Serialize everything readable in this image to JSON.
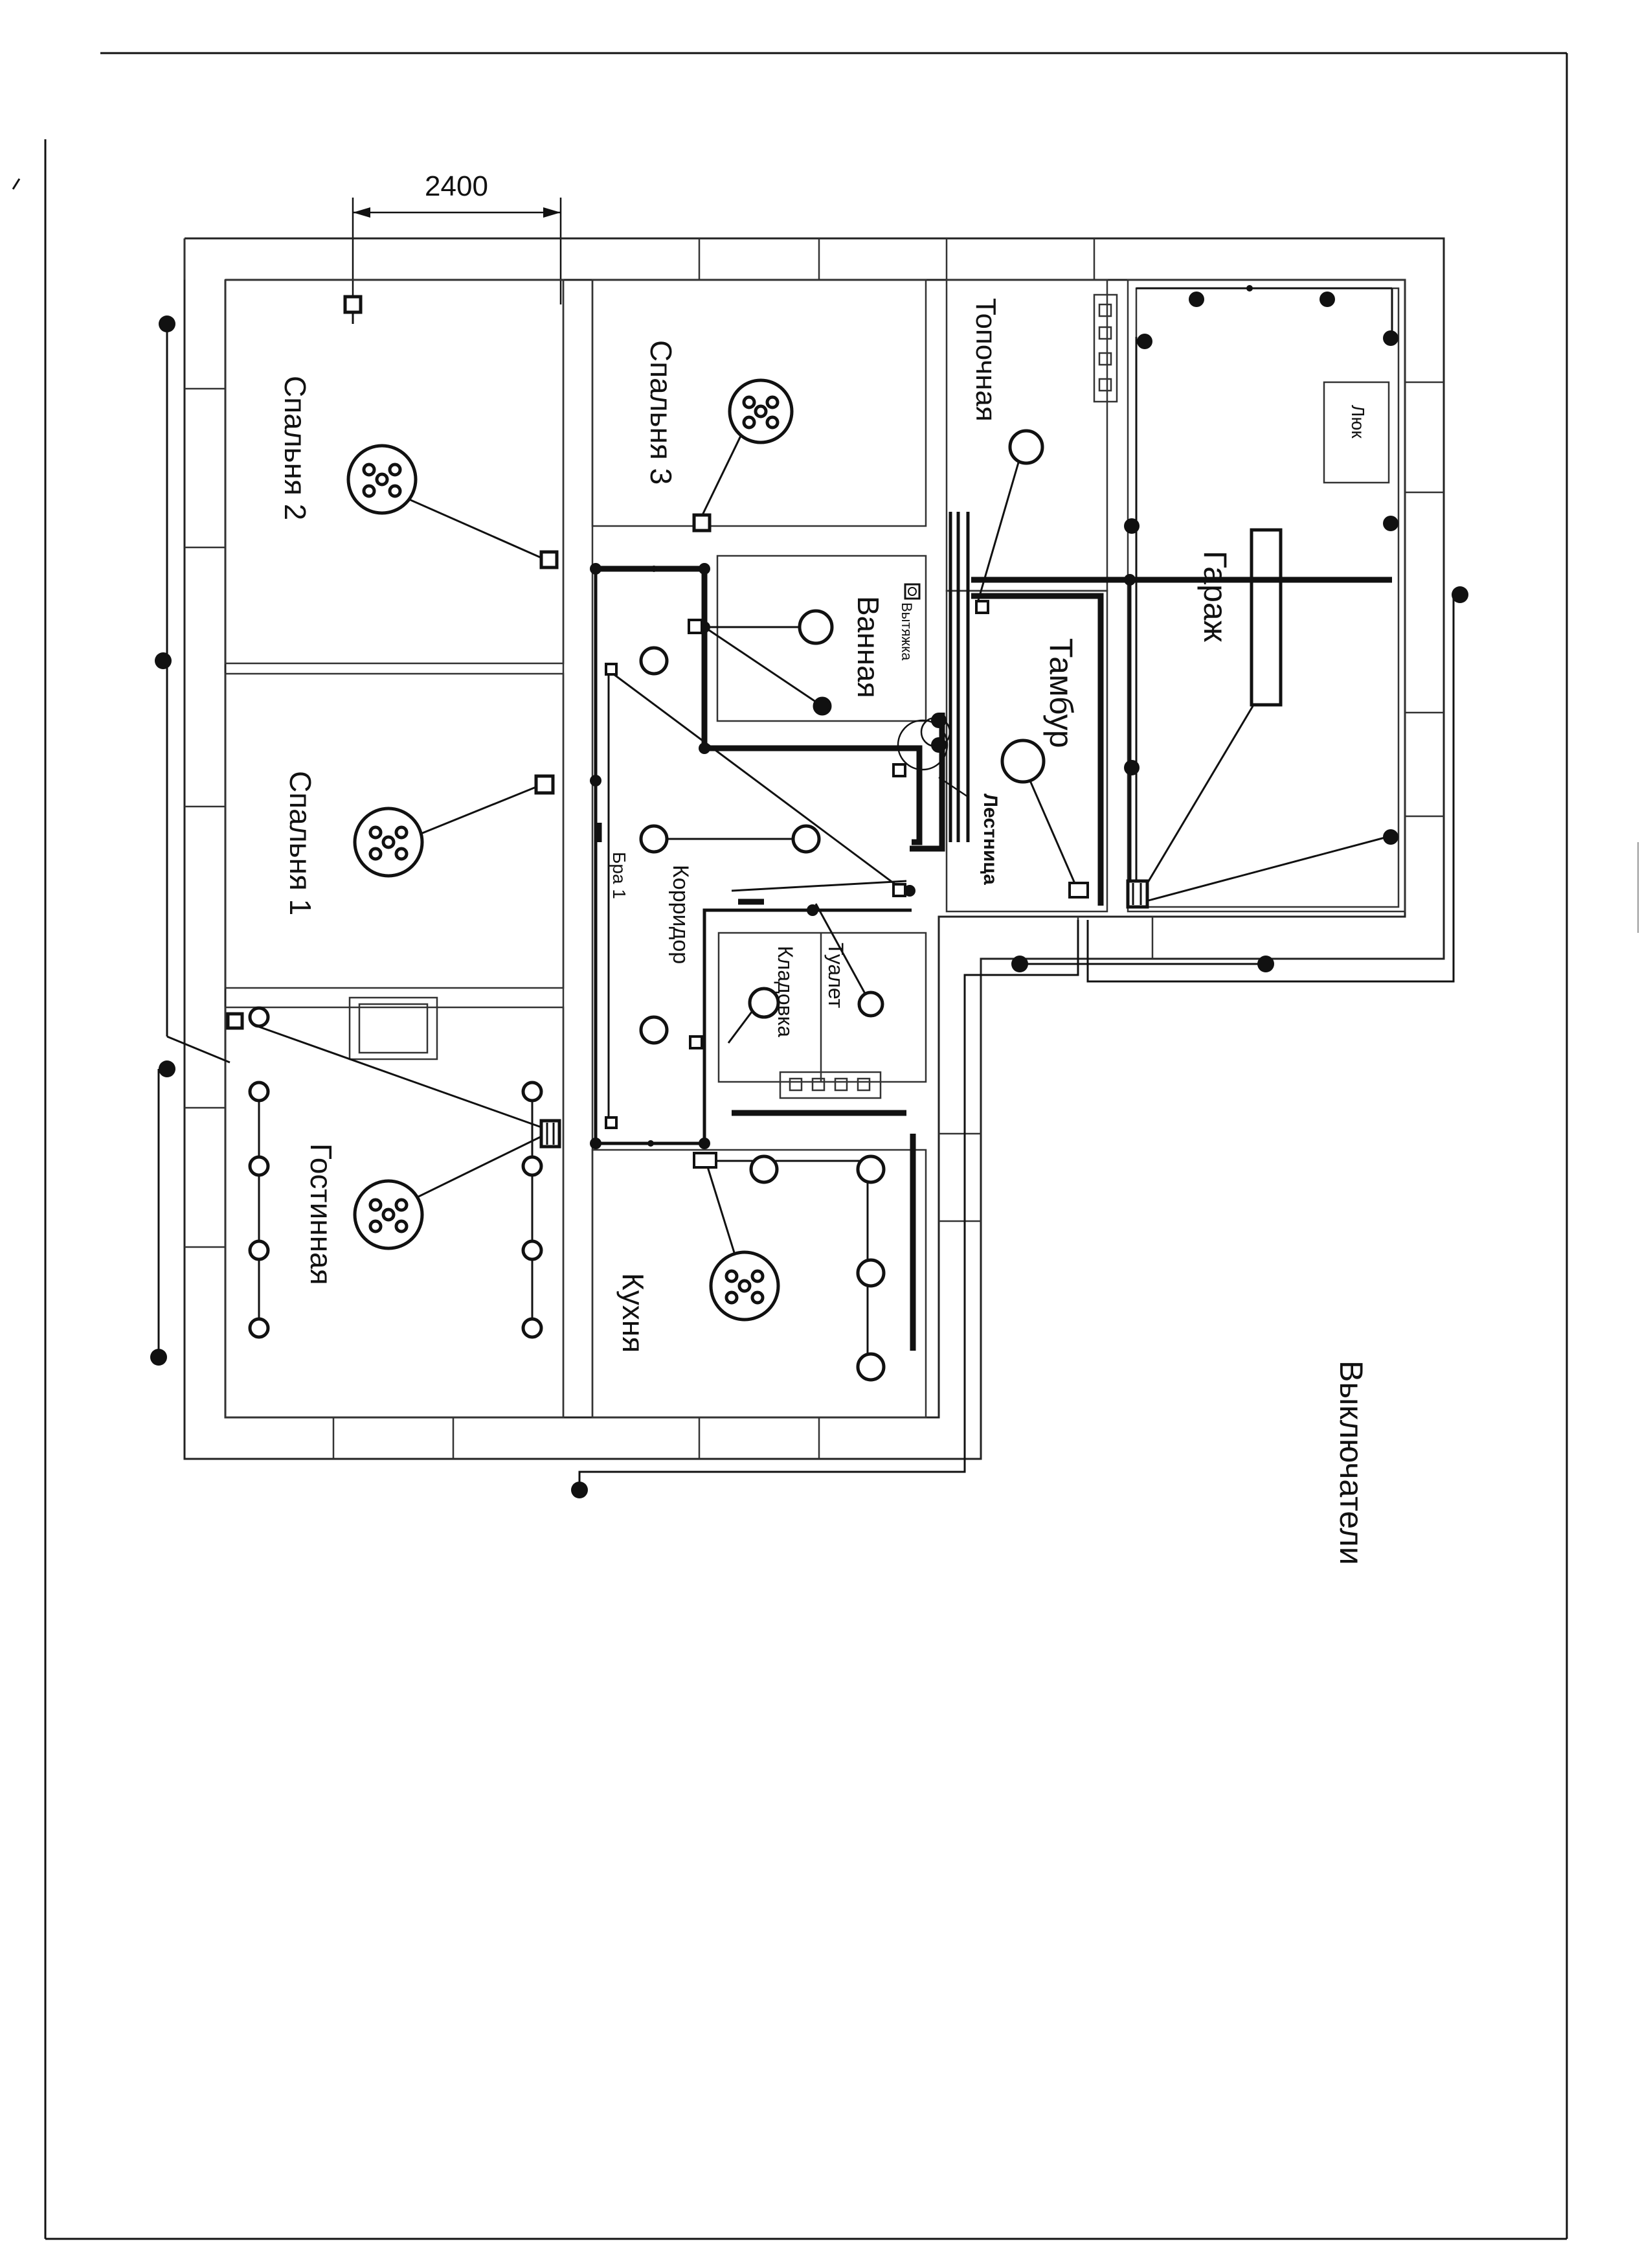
{
  "dimension": {
    "value": "2400"
  },
  "rooms": {
    "bedroom2": "Спальня 2",
    "bedroom3": "Спальня 3",
    "bedroom1": "Спальня 1",
    "furnace": "Топочная",
    "garage": "Гараж",
    "hatch": "Люк",
    "bath": "Ванная",
    "hood": "Вытяжка",
    "vestibule": "Тамбур",
    "stairs": "Лестница",
    "sconce": "Бра 1",
    "corridor": "Корридор",
    "toilet": "Туалет",
    "pantry": "Кладовка",
    "living": "Гостинная",
    "kitchen": "Кухня"
  },
  "sheet_title": "Выключатели"
}
